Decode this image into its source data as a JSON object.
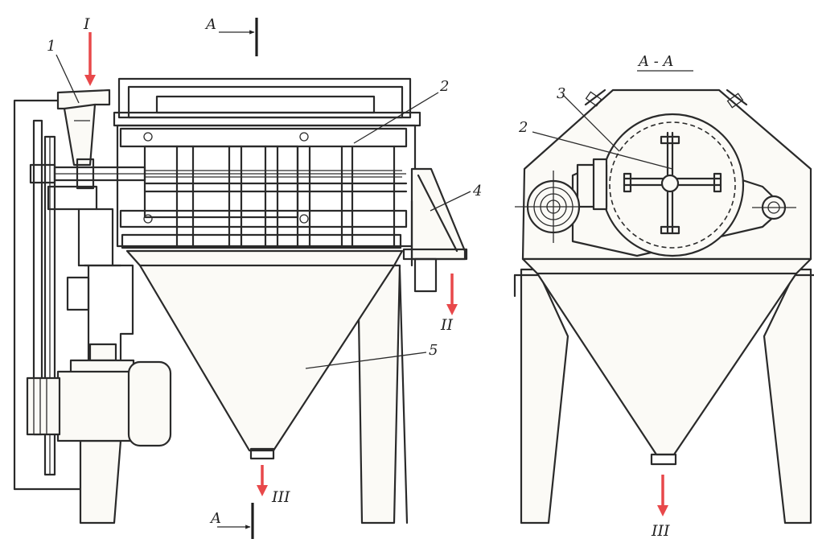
{
  "labels": {
    "part_1": "1",
    "part_2": "2",
    "part_3": "3",
    "part_4": "4",
    "part_5": "5",
    "part_2_section": "2",
    "flow_in": "I",
    "flow_out_2": "II",
    "flow_out_3": "III",
    "flow_out_3_section": "III",
    "section_mark": "A",
    "section_mark_bottom": "A",
    "section_title": "A - A"
  },
  "colors": {
    "arrow": "#e8484a",
    "line": "#2a2a2a"
  }
}
